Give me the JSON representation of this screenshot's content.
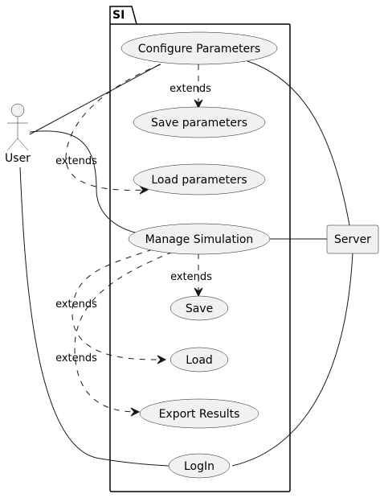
{
  "package": {
    "name": "SI"
  },
  "actor": {
    "label": "User"
  },
  "server": {
    "label": "Server"
  },
  "use_cases": {
    "configure": "Configure Parameters",
    "save_params": "Save parameters",
    "load_params": "Load parameters",
    "manage": "Manage Simulation",
    "save": "Save",
    "load": "Load",
    "export": "Export Results",
    "login": "LogIn"
  },
  "relations": {
    "extends_save_params": "extends",
    "extends_load_params": "extends",
    "extends_save": "extends",
    "extends_load": "extends",
    "extends_export": "extends"
  },
  "colors": {
    "use_case_fill": "#f1f1f1",
    "stroke": "#181818",
    "background": "#ffffff"
  }
}
